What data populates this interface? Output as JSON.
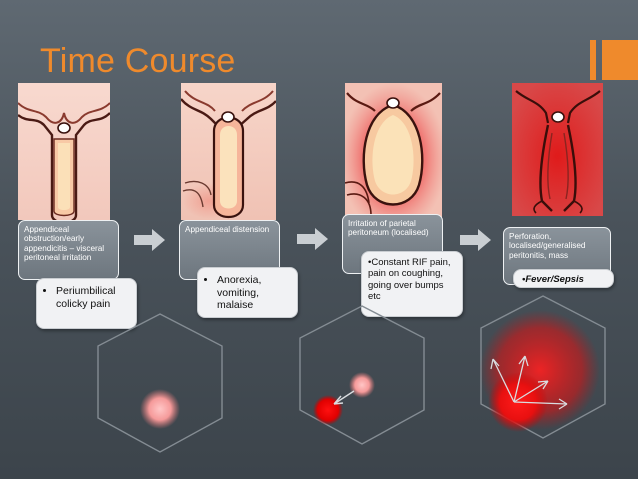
{
  "title": "Time Course",
  "colors": {
    "accent": "#ef8a2c",
    "pain": "#e01010"
  },
  "stages": [
    {
      "grey_text": "Appendiceal obstruction/early appendicitis – visceral peritoneal irritation",
      "white_text": "Periumbilical colicky pain"
    },
    {
      "grey_text": "Appendiceal distension",
      "white_text": "Anorexia, vomiting, malaise"
    },
    {
      "grey_text": "Irritation of parietal peritoneum (localised)",
      "white_text": "Constant RIF pain, pain on coughing, going over bumps etc"
    },
    {
      "grey_text": "Perforation, localised/generalised peritonitis, mass",
      "white_text": "Fever/Sepsis"
    }
  ]
}
